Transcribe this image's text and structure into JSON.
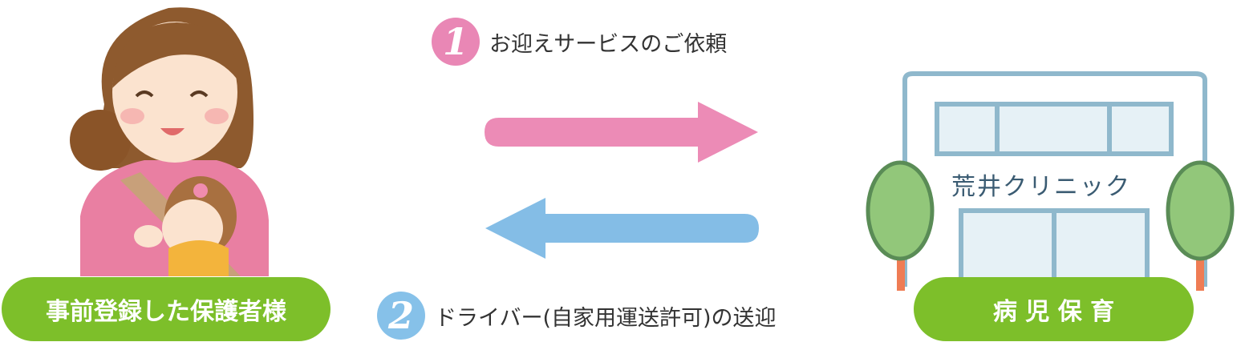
{
  "step1": {
    "number": "1",
    "text": "お迎えサービスのご依頼",
    "color": "#e987b5"
  },
  "step2": {
    "number": "2",
    "text": "ドライバー(自家用運送許可)の送迎",
    "color": "#86c1e9"
  },
  "left_label": "事前登録した保護者様",
  "right_label": "病 児 保 育",
  "clinic_name": "荒井クリニック",
  "colors": {
    "pill": "#7dbf2a",
    "arrow_to_clinic": "#ec8bb6",
    "arrow_to_parent": "#84bde6"
  }
}
